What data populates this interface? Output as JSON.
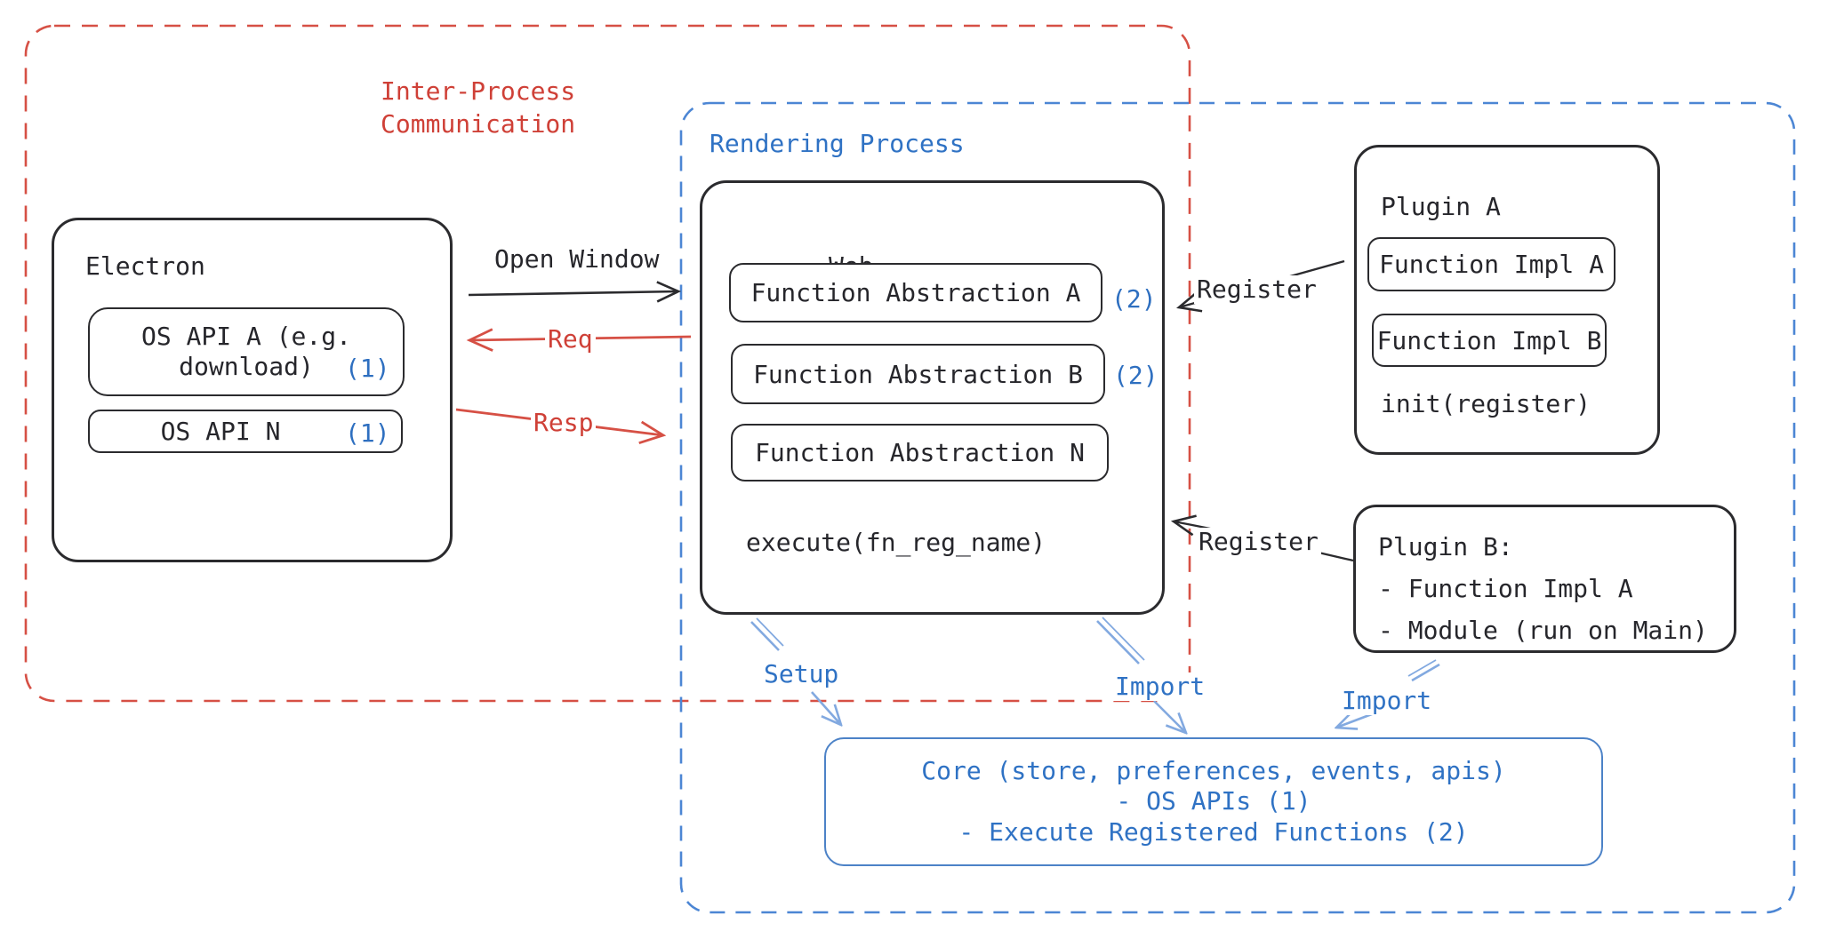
{
  "colors": {
    "ink": "#26262b",
    "red": "#cf4037",
    "blue": "#2f72c4",
    "badge_blue": "#2e6fc0",
    "light_blue": "#82a9e0",
    "red_dash": "#d65045",
    "blue_dash": "#4c86d4",
    "core_border": "#4c82c7"
  },
  "regions": {
    "ipc": {
      "line1": "Inter-Process",
      "line2": "Communication"
    },
    "rendering": {
      "title": "Rendering Process"
    }
  },
  "electron": {
    "title": "Electron",
    "api_a": {
      "line1": "OS API A (e.g.",
      "line2": "download)",
      "badge": "(1)"
    },
    "api_n": {
      "label": "OS API N",
      "badge": "(1)"
    }
  },
  "web": {
    "title": "Web",
    "abstraction_a": {
      "label": "Function Abstraction A",
      "badge": "(2)"
    },
    "abstraction_b": {
      "label": "Function Abstraction B",
      "badge": "(2)"
    },
    "abstraction_n": {
      "label": "Function Abstraction N"
    },
    "execute": "execute(fn_reg_name)"
  },
  "plugin_a": {
    "title": "Plugin A",
    "impl_a": "Function Impl A",
    "impl_b": "Function Impl B",
    "init": "init(register)"
  },
  "plugin_b": {
    "line1": "Plugin B:",
    "line2": "- Function Impl A",
    "line3": "- Module (run on Main)"
  },
  "core": {
    "line1": "Core (store, preferences, events, apis)",
    "line2": "- OS APIs (1)",
    "line3": "- Execute Registered Functions (2)"
  },
  "arrows": {
    "open_window": "Open Window",
    "req": "Req",
    "resp": "Resp",
    "register_plugin_a": "Register",
    "register_plugin_b": "Register",
    "setup": "Setup",
    "import_web": "Import",
    "import_plugin_b": "Import"
  }
}
